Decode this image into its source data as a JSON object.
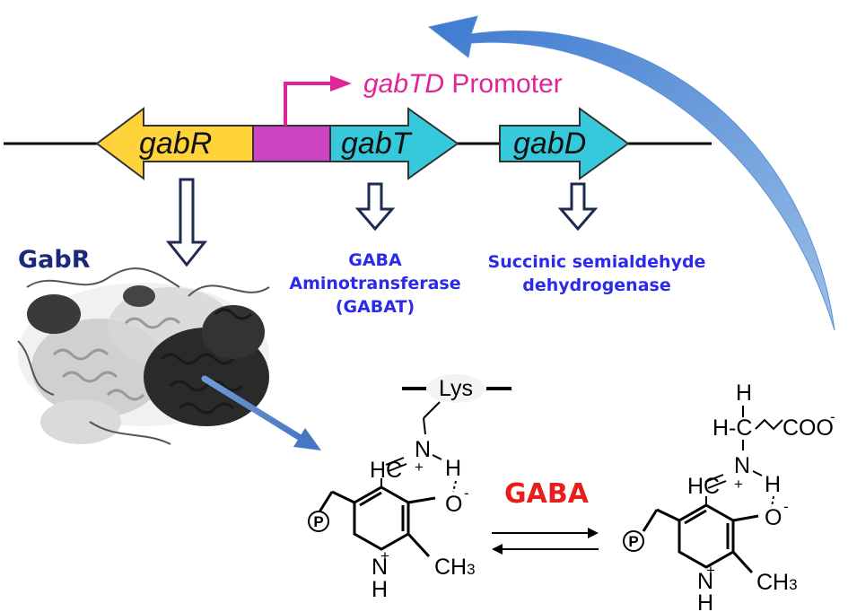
{
  "genes": {
    "gabR": "gabR",
    "gabT": "gabT",
    "gabD": "gabD"
  },
  "promoter": {
    "italic_part": "gabTD",
    "rest": " Promoter",
    "color": "#e0249a"
  },
  "products": {
    "gabR": "GabR",
    "gabT": [
      "GABA",
      "Aminotransferase",
      "(GABAT)"
    ],
    "gabD": [
      "Succinic semialdehyde",
      "dehydrogenase"
    ]
  },
  "chemistry": {
    "left": {
      "lys": "Lys",
      "n": "N",
      "plus": "+",
      "hc": "HC",
      "h": "H",
      "o": "O",
      "minus": "-",
      "p": "P",
      "nh": "N",
      "nh_h": "H",
      "ch3": "CH",
      "ch3_sub": "3"
    },
    "right": {
      "h_top": "H",
      "hc_group": "H-C",
      "coo": "COO",
      "coo_minus": "-",
      "n": "N",
      "plus": "+",
      "hc": "HC",
      "h": "H",
      "o": "O",
      "minus": "-",
      "p": "P",
      "nh": "N",
      "nh_h": "H",
      "ch3": "CH",
      "ch3_sub": "3"
    },
    "reagent": "GABA"
  },
  "colors": {
    "gabR_fill": "#ffd43b",
    "promoter_box": "#cc44c4",
    "gabT_fill": "#36c9dc",
    "gabD_fill": "#36c9dc",
    "feedback_arrow": "#4f86cf",
    "product_text": "#2b2be8",
    "gabr_text": "#1a2a7a",
    "gaba_text": "#e81d1d"
  }
}
